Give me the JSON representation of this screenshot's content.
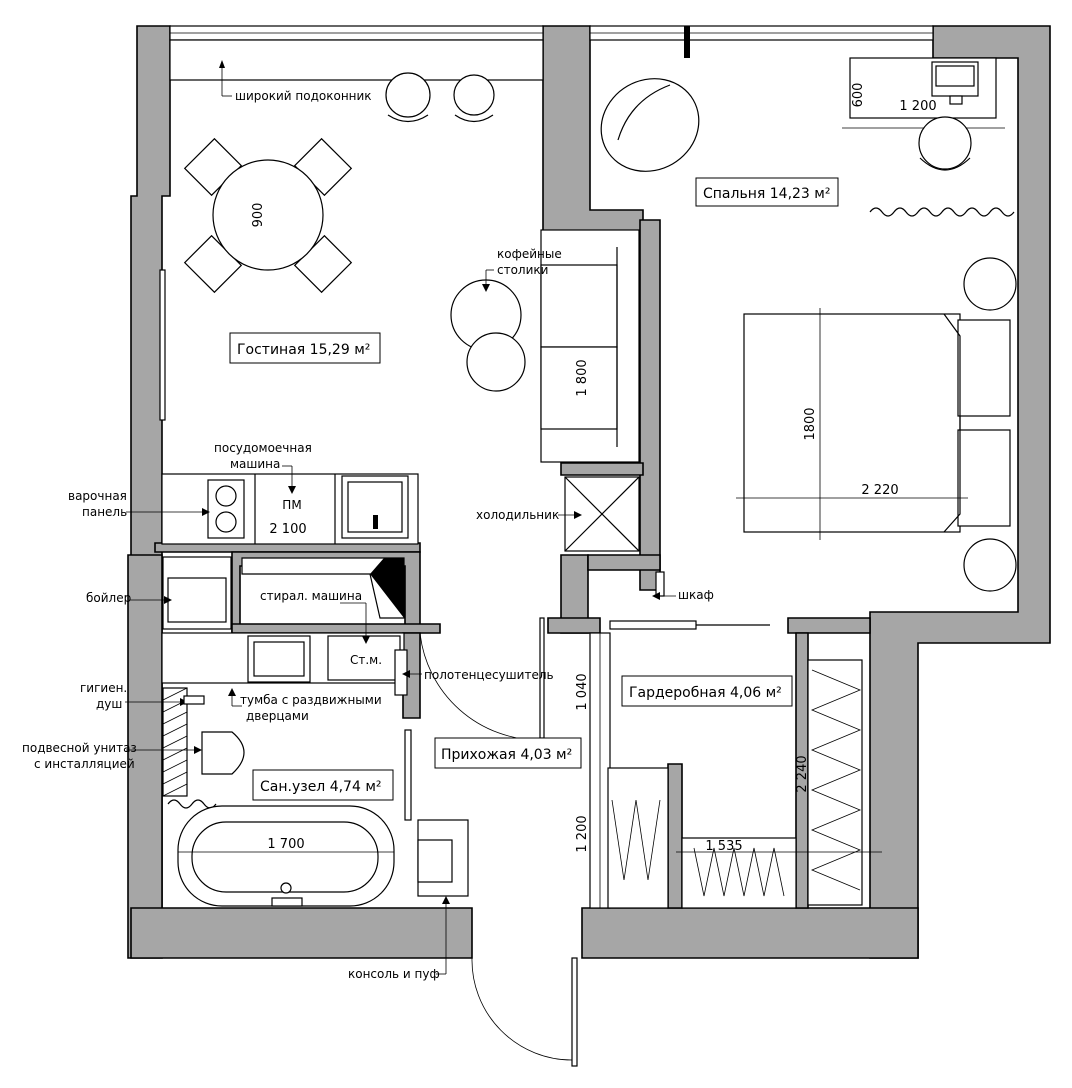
{
  "rooms": {
    "living": {
      "name": "Гостиная",
      "area": "15,29 м²"
    },
    "bedroom": {
      "name": "Спальня",
      "area": "14,23 м²"
    },
    "wardrobe": {
      "name": "Гардеробная",
      "area": "4,06 м²"
    },
    "hallway": {
      "name": "Прихожая",
      "area": "4,03 м²"
    },
    "bathroom": {
      "name": "Сан.узел",
      "area": "4,74 м²"
    }
  },
  "labels": {
    "sill": "широкий подоконник",
    "coffee_1": "кофейные",
    "coffee_2": "столики",
    "dishwasher_1": "посудомоечная",
    "dishwasher_2": "машина",
    "dishwasher_abbr": "ПМ",
    "hob_1": "варочная",
    "hob_2": "панель",
    "fridge": "холодильник",
    "boiler": "бойлер",
    "washer": "стирал. машина",
    "washer_abbr": "Ст.м.",
    "towel": "полотенцесушитель",
    "shower_1": "гигиен.",
    "shower_2": "душ",
    "cabinet_1": "тумба с раздвижными",
    "cabinet_2": "дверцами",
    "wc_1": "подвесной унитаз",
    "wc_2": "с инсталляцией",
    "closet": "шкаф",
    "console": "консоль и пуф"
  },
  "dims": {
    "table": "900",
    "sofa": "1 800",
    "bed_length": "1800",
    "bed_width": "2 220",
    "desk_depth": "600",
    "desk_width": "1 200",
    "kitchen": "2 100",
    "bath": "1 700",
    "hall_1": "1 040",
    "hall_2": "1 200",
    "wardrobe_h": "2 240",
    "wardrobe_w": "1 535"
  }
}
